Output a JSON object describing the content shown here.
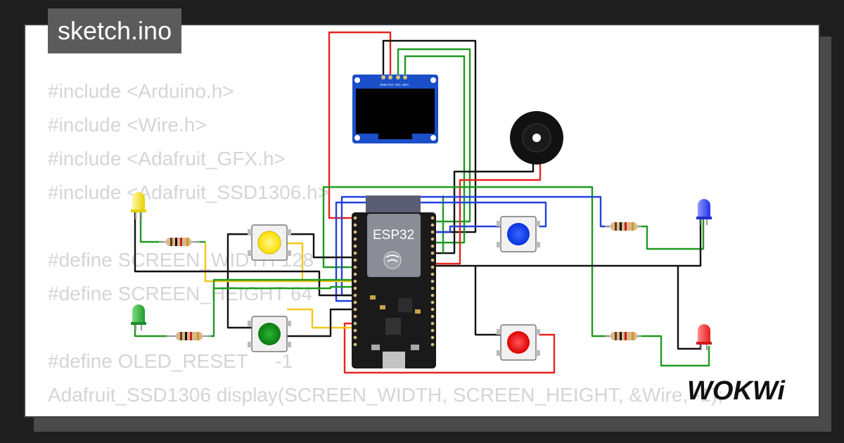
{
  "file_tab": {
    "title": "sketch.ino"
  },
  "code_lines": [
    "#include <Arduino.h>",
    "#include <Wire.h>",
    "#include <Adafruit_GFX.h>",
    "#include <Adafruit_SSD1306.h>",
    "",
    "#define SCREEN_WIDTH 128",
    "#define SCREEN_HEIGHT 64",
    "",
    "#define OLED_RESET     -1",
    "Adafruit_SSD1306 display(SCREEN_WIDTH, SCREEN_HEIGHT, &Wire, -1);"
  ],
  "board": {
    "label": "ESP32"
  },
  "oled": {
    "pin_labels": [
      "GND",
      "VCC",
      "SCL",
      "SDA"
    ]
  },
  "brand": {
    "logo_text": "WOKWi"
  },
  "colors": {
    "wire_red": "#e8231f",
    "wire_green": "#1e9a1e",
    "wire_black": "#111111",
    "wire_blue": "#2340e0",
    "wire_yellow": "#f2c81a",
    "led_yellow": "#f4e21a",
    "led_green": "#2aa834",
    "led_blue": "#2b3cf0",
    "led_red": "#f02a2a",
    "button_yellow": "#ffe600",
    "button_green": "#0d8c14",
    "button_blue": "#0a3cf5",
    "button_red": "#f41616"
  }
}
